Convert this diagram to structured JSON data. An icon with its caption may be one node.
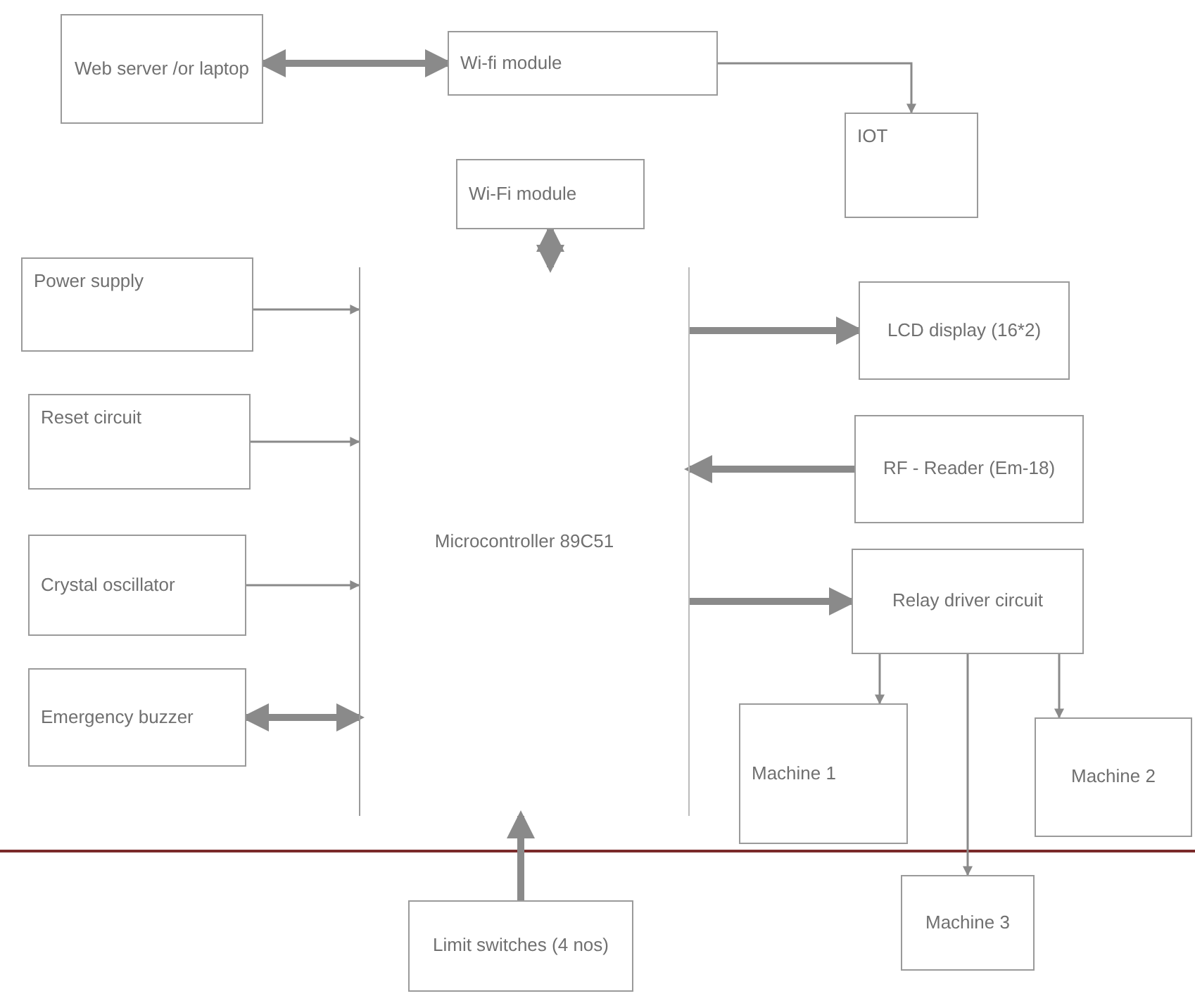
{
  "diagram": {
    "nodes": [
      {
        "text": [
          "Web server /or laptop"
        ]
      },
      {
        "text": [
          "Wi-fi module"
        ]
      },
      {
        "text": [
          "IOT"
        ]
      },
      {
        "text": [
          "Wi-Fi module"
        ]
      },
      {
        "text": [
          "Power supply"
        ]
      },
      {
        "text": [
          "Reset circuit"
        ]
      },
      {
        "text": [
          "Crystal oscillator"
        ]
      },
      {
        "text": [
          "Emergency buzzer"
        ]
      },
      {
        "text": [
          "Microcontroller 89C51"
        ]
      },
      {
        "text": [
          "LCD display (16*2)"
        ]
      },
      {
        "text": [
          "RF - Reader (Em-18)"
        ]
      },
      {
        "text": [
          "Relay driver circuit"
        ]
      },
      {
        "text": [
          "Machine 1"
        ]
      },
      {
        "text": [
          "Machine 2"
        ]
      },
      {
        "text": [
          "Machine 3"
        ]
      },
      {
        "text": [
          "Limit switches (4 nos)"
        ]
      }
    ],
    "edges": [
      {
        "from": 0,
        "to": 1,
        "arrow": "both",
        "style": "thick"
      },
      {
        "from": 1,
        "to": 2,
        "arrow": "to"
      },
      {
        "from": 3,
        "to": 8,
        "arrow": "both",
        "style": "thick"
      },
      {
        "from": 4,
        "to": 8,
        "arrow": "to"
      },
      {
        "from": 5,
        "to": 8,
        "arrow": "to"
      },
      {
        "from": 6,
        "to": 8,
        "arrow": "to"
      },
      {
        "from": 7,
        "to": 8,
        "arrow": "both",
        "style": "thick"
      },
      {
        "from": 8,
        "to": 9,
        "arrow": "to",
        "style": "thick"
      },
      {
        "from": 10,
        "to": 8,
        "arrow": "to",
        "style": "thick"
      },
      {
        "from": 8,
        "to": 11,
        "arrow": "to",
        "style": "thick"
      },
      {
        "from": 11,
        "to": 12,
        "arrow": "to"
      },
      {
        "from": 11,
        "to": 13,
        "arrow": "to"
      },
      {
        "from": 11,
        "to": 14,
        "arrow": "to"
      },
      {
        "from": 15,
        "to": 8,
        "arrow": "to",
        "style": "thick"
      }
    ]
  }
}
